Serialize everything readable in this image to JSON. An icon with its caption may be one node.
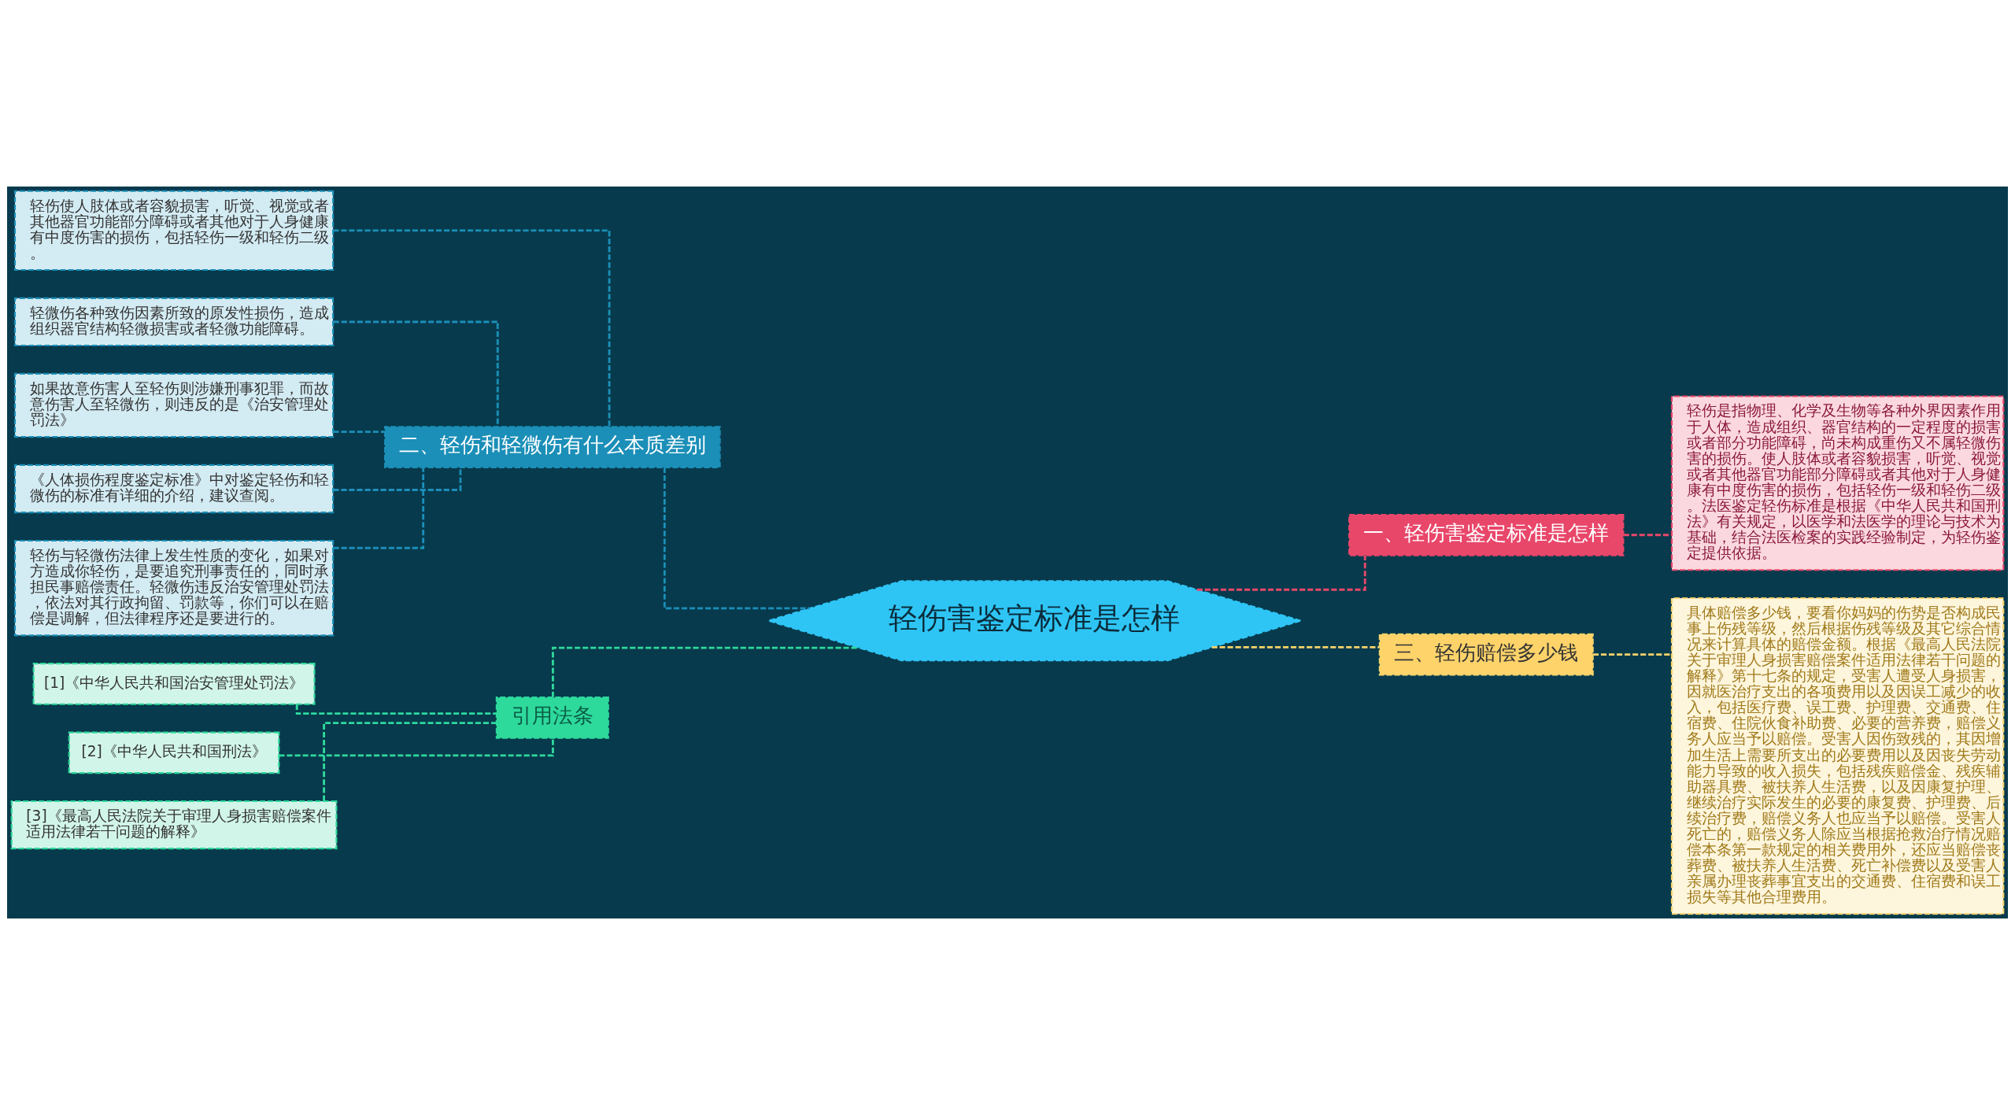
{
  "diagram": {
    "nodes": [
      {
        "text": [
          "轻伤害鉴定标准是怎样"
        ]
      },
      {
        "text": [
          "一、轻伤害鉴定标准是怎样"
        ]
      },
      {
        "text": [
          "轻伤是指物理、化学及生物等各种外界因素作用于人体，造成组织、器官结构的一定程度的损害或者部分功能障碍，尚未构成重伤又不属轻微伤害的损伤。使人肢体或者容貌损害，听觉、视觉或者其他器官功能部分障碍或者其他对于人身健康有中度伤害的损伤，包括轻伤一级和轻伤二级。法医鉴定轻伤标准是根据《中华人民共和国刑法》有关规定，以医学和法医学的理论与技术为基础，结合法医检案的实践经验制定，为轻伤鉴定提供依据。"
        ]
      },
      {
        "text": [
          "二、轻伤和轻微伤有什么本质差别"
        ]
      },
      {
        "text": [
          "轻伤使人肢体或者容貌损害，听觉、视觉或者其他器官功能部分障碍或者其他对于人身健康有中度伤害的损伤，包括轻伤一级和轻伤二级。"
        ]
      },
      {
        "text": [
          "轻微伤各种致伤因素所致的原发性损伤，造成组织器官结构轻微损害或者轻微功能障碍。"
        ]
      },
      {
        "text": [
          "如果故意伤害人至轻伤则涉嫌刑事犯罪，而故意伤害人至轻微伤，则违反的是《治安管理处罚法》"
        ]
      },
      {
        "text": [
          "《人体损伤程度鉴定标准》中对鉴定轻伤和轻微伤的标准有详细的介绍，建议查阅。"
        ]
      },
      {
        "text": [
          "轻伤与轻微伤法律上发生性质的变化，如果对方造成你轻伤，是要追究刑事责任的，同时承担民事赔偿责任。轻微伤违反治安管理处罚法，依法对其行政拘留、罚款等，你们可以在赔偿是调解，但法律程序还是要进行的。"
        ]
      },
      {
        "text": [
          "三、轻伤赔偿多少钱"
        ]
      },
      {
        "text": [
          "具体赔偿多少钱，要看你妈妈的伤势是否构成民事上伤残等级，然后根据伤残等级及其它综合情况来计算具体的赔偿金额。根据《最高人民法院关于审理人身损害赔偿案件适用法律若干问题的解释》第十七条的规定，受害人遭受人身损害，因就医治疗支出的各项费用以及因误工减少的收入，包括医疗费、误工费、护理费、交通费、住宿费、住院伙食补助费、必要的营养费，赔偿义务人应当予以赔偿。受害人因伤致残的，其因增加生活上需要所支出的必要费用以及因丧失劳动能力导致的收入损失，包括残疾赔偿金、残疾辅助器具费、被扶养人生活费，以及因康复护理、继续治疗实际发生的必要的康复费、护理费、后续治疗费，赔偿义务人也应当予以赔偿。受害人死亡的，赔偿义务人除应当根据抢救治疗情况赔偿本条第一款规定的相关费用外，还应当赔偿丧葬费、被扶养人生活费、死亡补偿费以及受害人亲属办理丧葬事宜支出的交通费、住宿费和误工损失等其他合理费用。"
        ]
      },
      {
        "text": [
          "引用法条"
        ]
      },
      {
        "text": [
          "[1]《中华人民共和国治安管理处罚法》"
        ]
      },
      {
        "text": [
          "[2]《中华人民共和国刑法》"
        ]
      },
      {
        "text": [
          "[3]《最高人民法院关于审理人身损害赔偿案件适用法律若干问题的解释》"
        ]
      }
    ],
    "edges": [
      {
        "from": 0,
        "to": 1,
        "arrow": "none",
        "style": "dashed",
        "color": "#e8476a"
      },
      {
        "from": 1,
        "to": 2,
        "arrow": "none",
        "style": "dashed",
        "color": "#e8476a"
      },
      {
        "from": 3,
        "to": 0,
        "arrow": "none",
        "style": "dashed",
        "color": "#1b8fb8"
      },
      {
        "from": 4,
        "to": 3,
        "arrow": "none",
        "style": "dashed",
        "color": "#1b8fb8"
      },
      {
        "from": 5,
        "to": 3,
        "arrow": "none",
        "style": "dashed",
        "color": "#1b8fb8"
      },
      {
        "from": 6,
        "to": 3,
        "arrow": "none",
        "style": "dashed",
        "color": "#1b8fb8"
      },
      {
        "from": 7,
        "to": 3,
        "arrow": "none",
        "style": "dashed",
        "color": "#1b8fb8"
      },
      {
        "from": 8,
        "to": 3,
        "arrow": "none",
        "style": "dashed",
        "color": "#1b8fb8"
      },
      {
        "from": 0,
        "to": 9,
        "arrow": "none",
        "style": "dashed",
        "color": "#f7d46a"
      },
      {
        "from": 9,
        "to": 10,
        "arrow": "none",
        "style": "dashed",
        "color": "#f7d46a"
      },
      {
        "from": 11,
        "to": 0,
        "arrow": "none",
        "style": "dashed",
        "color": "#2ed99c"
      },
      {
        "from": 12,
        "to": 11,
        "arrow": "none",
        "style": "dashed",
        "color": "#2ed99c"
      },
      {
        "from": 13,
        "to": 11,
        "arrow": "none",
        "style": "dashed",
        "color": "#2ed99c"
      },
      {
        "from": 14,
        "to": 11,
        "arrow": "none",
        "style": "dashed",
        "color": "#2ed99c"
      }
    ]
  }
}
